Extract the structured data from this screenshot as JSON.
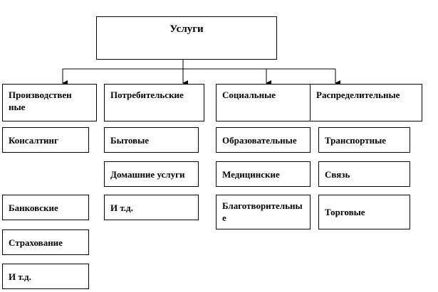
{
  "root": {
    "label": "Услуги"
  },
  "categories": [
    {
      "label": "Производствен ные",
      "items": [
        "Консалтинг",
        "Банковские",
        "Страхование",
        "И т.д."
      ]
    },
    {
      "label": "Потребительские",
      "items": [
        "Бытовые",
        "Домашние услуги",
        "И т.д."
      ]
    },
    {
      "label": "Социальные",
      "items": [
        "Образовательные",
        "Медицинские",
        "Благотворительные"
      ]
    },
    {
      "label": "Распределительные",
      "items": [
        "Транспортные",
        "Связь",
        "Торговые"
      ]
    }
  ]
}
